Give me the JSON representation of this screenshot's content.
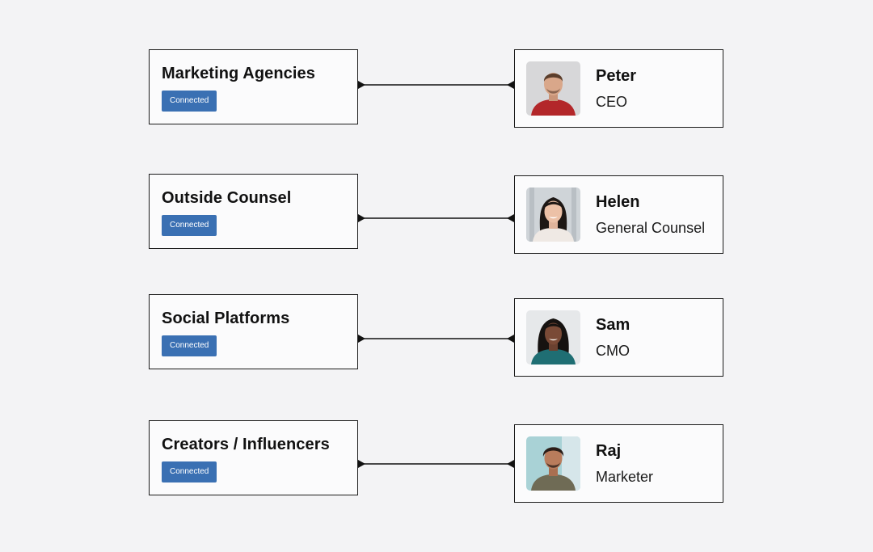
{
  "organizations": [
    {
      "title": "Marketing Agencies",
      "status": "Connected"
    },
    {
      "title": "Outside Counsel",
      "status": "Connected"
    },
    {
      "title": "Social Platforms",
      "status": "Connected"
    },
    {
      "title": "Creators / Influencers",
      "status": "Connected"
    }
  ],
  "contacts": [
    {
      "name": "Peter",
      "role": "CEO"
    },
    {
      "name": "Helen",
      "role": "General Counsel"
    },
    {
      "name": "Sam",
      "role": "CMO"
    },
    {
      "name": "Raj",
      "role": "Marketer"
    }
  ],
  "colors": {
    "background": "#f3f3f5",
    "badge": "#3a70b3",
    "border": "#1b1b1b"
  }
}
